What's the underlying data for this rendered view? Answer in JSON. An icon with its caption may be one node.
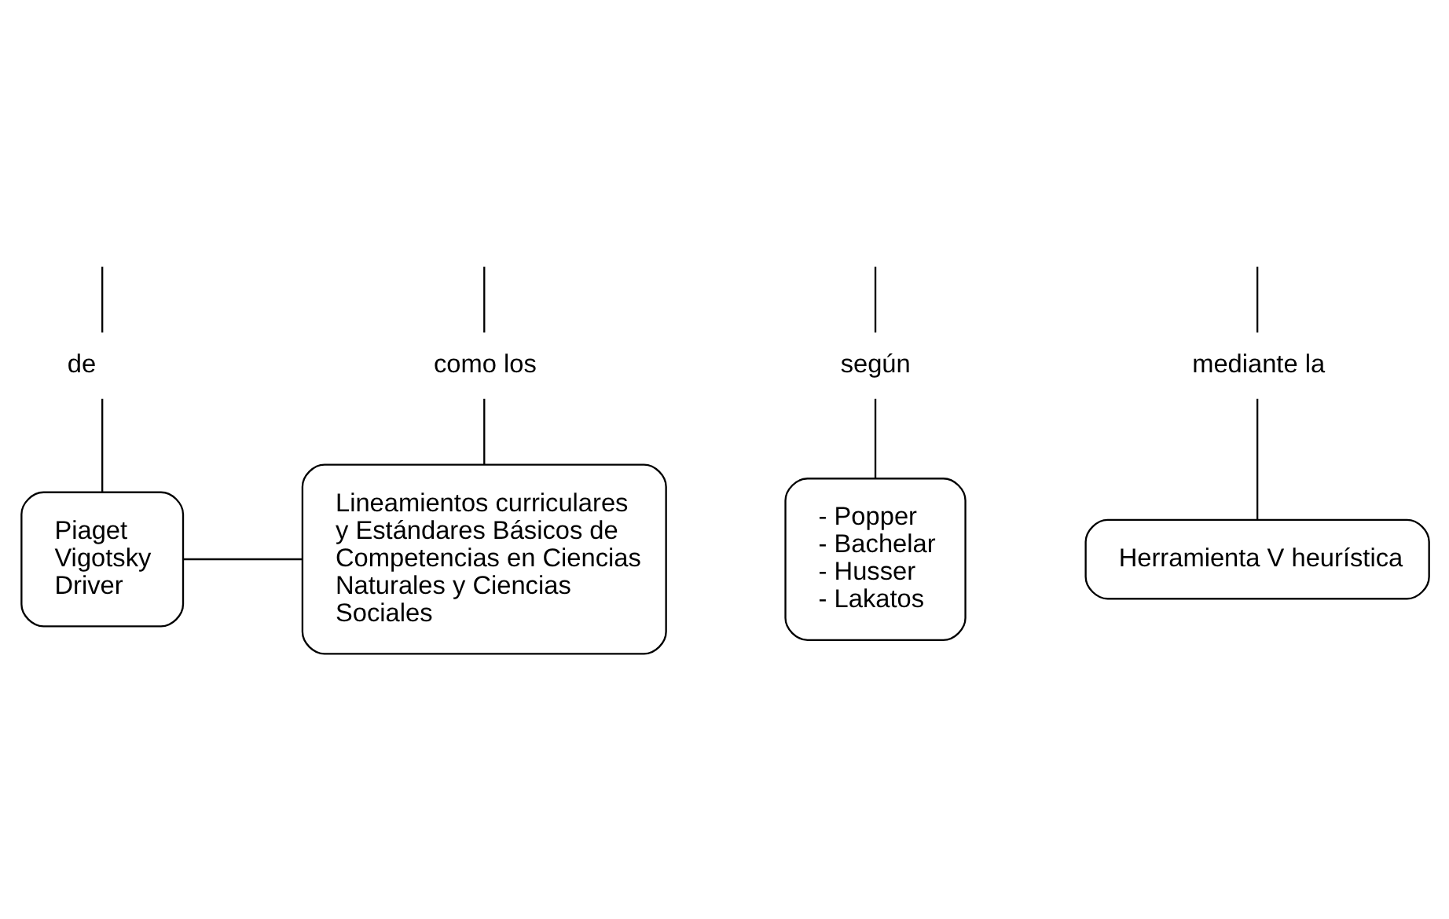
{
  "diagram": {
    "nodes": [
      {
        "text": [
          "como los"
        ]
      },
      {
        "text": [
          "según"
        ]
      },
      {
        "text": [
          "de"
        ]
      },
      {
        "text": [
          "Lineamientos curriculares y Estándares Básicos de Competencias en Ciencias Naturales y Ciencias Sociales"
        ]
      },
      {
        "text": [
          "- Popper",
          "- Bachelar",
          "- Husser",
          "- Lakatos"
        ]
      },
      {
        "text": [
          "Piaget",
          "Vigotsky",
          "Driver"
        ]
      },
      {
        "text": [
          "mediante la"
        ]
      },
      {
        "text": [
          "Herramienta V heurística"
        ]
      }
    ],
    "edges": [
      {
        "from": null,
        "to": 0,
        "arrow": "none"
      },
      {
        "from": null,
        "to": 1,
        "arrow": "none"
      },
      {
        "from": null,
        "to": 2,
        "arrow": "none"
      },
      {
        "from": 0,
        "to": 3,
        "arrow": "none"
      },
      {
        "from": 1,
        "to": 4,
        "arrow": "none"
      },
      {
        "from": 2,
        "to": 5,
        "arrow": "none"
      },
      {
        "from": 3,
        "to": 5,
        "arrow": "none"
      },
      {
        "from": null,
        "to": 6,
        "arrow": "none"
      },
      {
        "from": 6,
        "to": 7,
        "arrow": "none"
      }
    ]
  }
}
